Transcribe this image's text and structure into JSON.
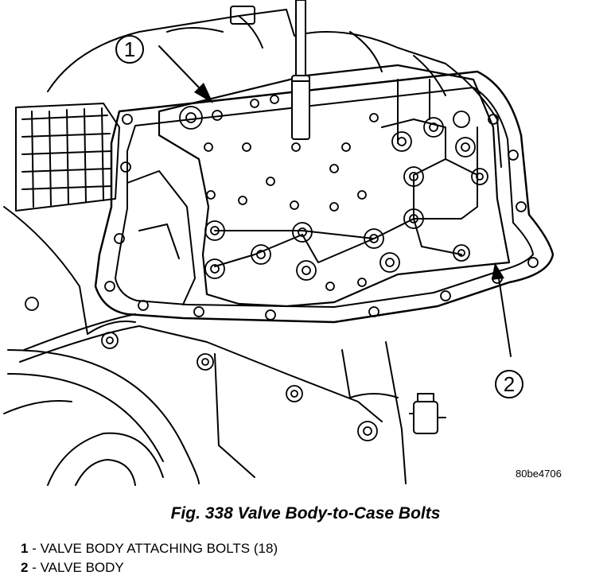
{
  "figure": {
    "code": "80be4706",
    "caption": "Fig. 338 Valve Body-to-Case Bolts"
  },
  "callouts": [
    {
      "number": "1",
      "label": "VALVE BODY ATTACHING BOLTS (18)"
    },
    {
      "number": "2",
      "label": "VALVE BODY"
    }
  ],
  "legend": [
    {
      "number": "1",
      "separator": " - ",
      "text": "VALVE BODY ATTACHING BOLTS (18)"
    },
    {
      "number": "2",
      "separator": " - ",
      "text": "VALVE BODY"
    }
  ],
  "colors": {
    "ink": "#000000",
    "paper": "#ffffff"
  }
}
